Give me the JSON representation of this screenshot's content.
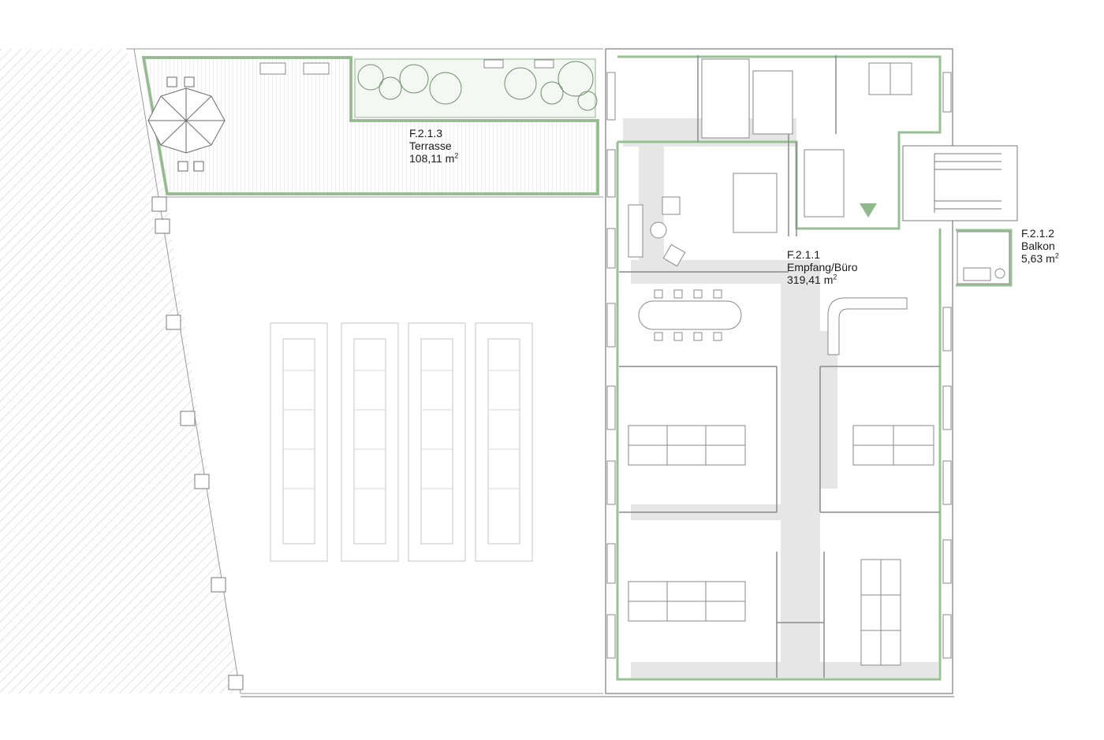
{
  "plan": {
    "accent_color": "#8fb98a",
    "circulation_color": "#e6e6e6",
    "wall_color": "#7a7a7a",
    "rooms": [
      {
        "id": "F.2.1.3",
        "name": "Terrasse",
        "area": "108,11 m",
        "unit_sup": "2"
      },
      {
        "id": "F.2.1.1",
        "name": "Empfang/Büro",
        "area": "319,41 m",
        "unit_sup": "2"
      },
      {
        "id": "F.2.1.2",
        "name": "Balkon",
        "area": "5,63 m",
        "unit_sup": "2"
      }
    ]
  }
}
